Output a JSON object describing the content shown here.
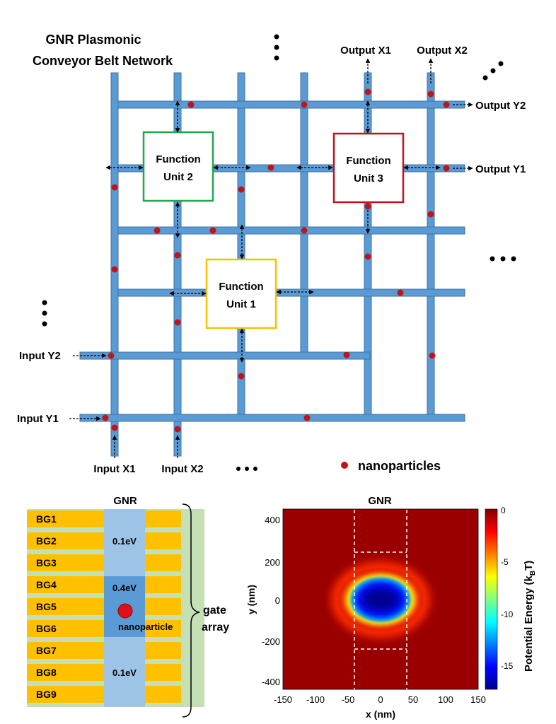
{
  "network": {
    "title_line1": "GNR Plasmonic",
    "title_line2": "Conveyor Belt Network",
    "function_units": [
      {
        "line1": "Function",
        "line2": "Unit 2",
        "color": "#21a84a"
      },
      {
        "line1": "Function",
        "line2": "Unit 3",
        "color": "#c0141b"
      },
      {
        "line1": "Function",
        "line2": "Unit 1",
        "color": "#f5c200"
      }
    ],
    "outputs": {
      "x1": "Output X1",
      "x2": "Output X2",
      "y1": "Output Y1",
      "y2": "Output Y2"
    },
    "inputs": {
      "x1": "Input X1",
      "x2": "Input X2",
      "y1": "Input Y1",
      "y2": "Input Y2"
    },
    "legend_label": "nanoparticles",
    "rail_color": "#5b9bd5",
    "nanoparticle_color": "#c0141b"
  },
  "gate_array": {
    "title": "GNR",
    "gates": [
      "BG1",
      "BG2",
      "BG3",
      "BG4",
      "BG5",
      "BG6",
      "BG7",
      "BG8",
      "BG9"
    ],
    "energy_top": "0.1eV",
    "energy_mid": "0.4eV",
    "energy_bottom": "0.1eV",
    "particle_label": "nanoparticle",
    "brace_label_line1": "gate",
    "brace_label_line2": "array",
    "gate_color": "#ffc000",
    "channel_color": "#9dc3e6"
  },
  "heatmap": {
    "title": "GNR",
    "xlabel": "x (nm)",
    "ylabel": "y (nm)",
    "x_ticks": [
      "-150",
      "-100",
      "-50",
      "0",
      "50",
      "100",
      "150"
    ],
    "y_ticks": [
      "400",
      "200",
      "0",
      "-200",
      "-400"
    ],
    "colorbar_label": "Potential Energy (k",
    "colorbar_sub": "B",
    "colorbar_suffix": "T)",
    "colorbar_ticks": [
      "0",
      "-5",
      "-10",
      "-15"
    ]
  }
}
